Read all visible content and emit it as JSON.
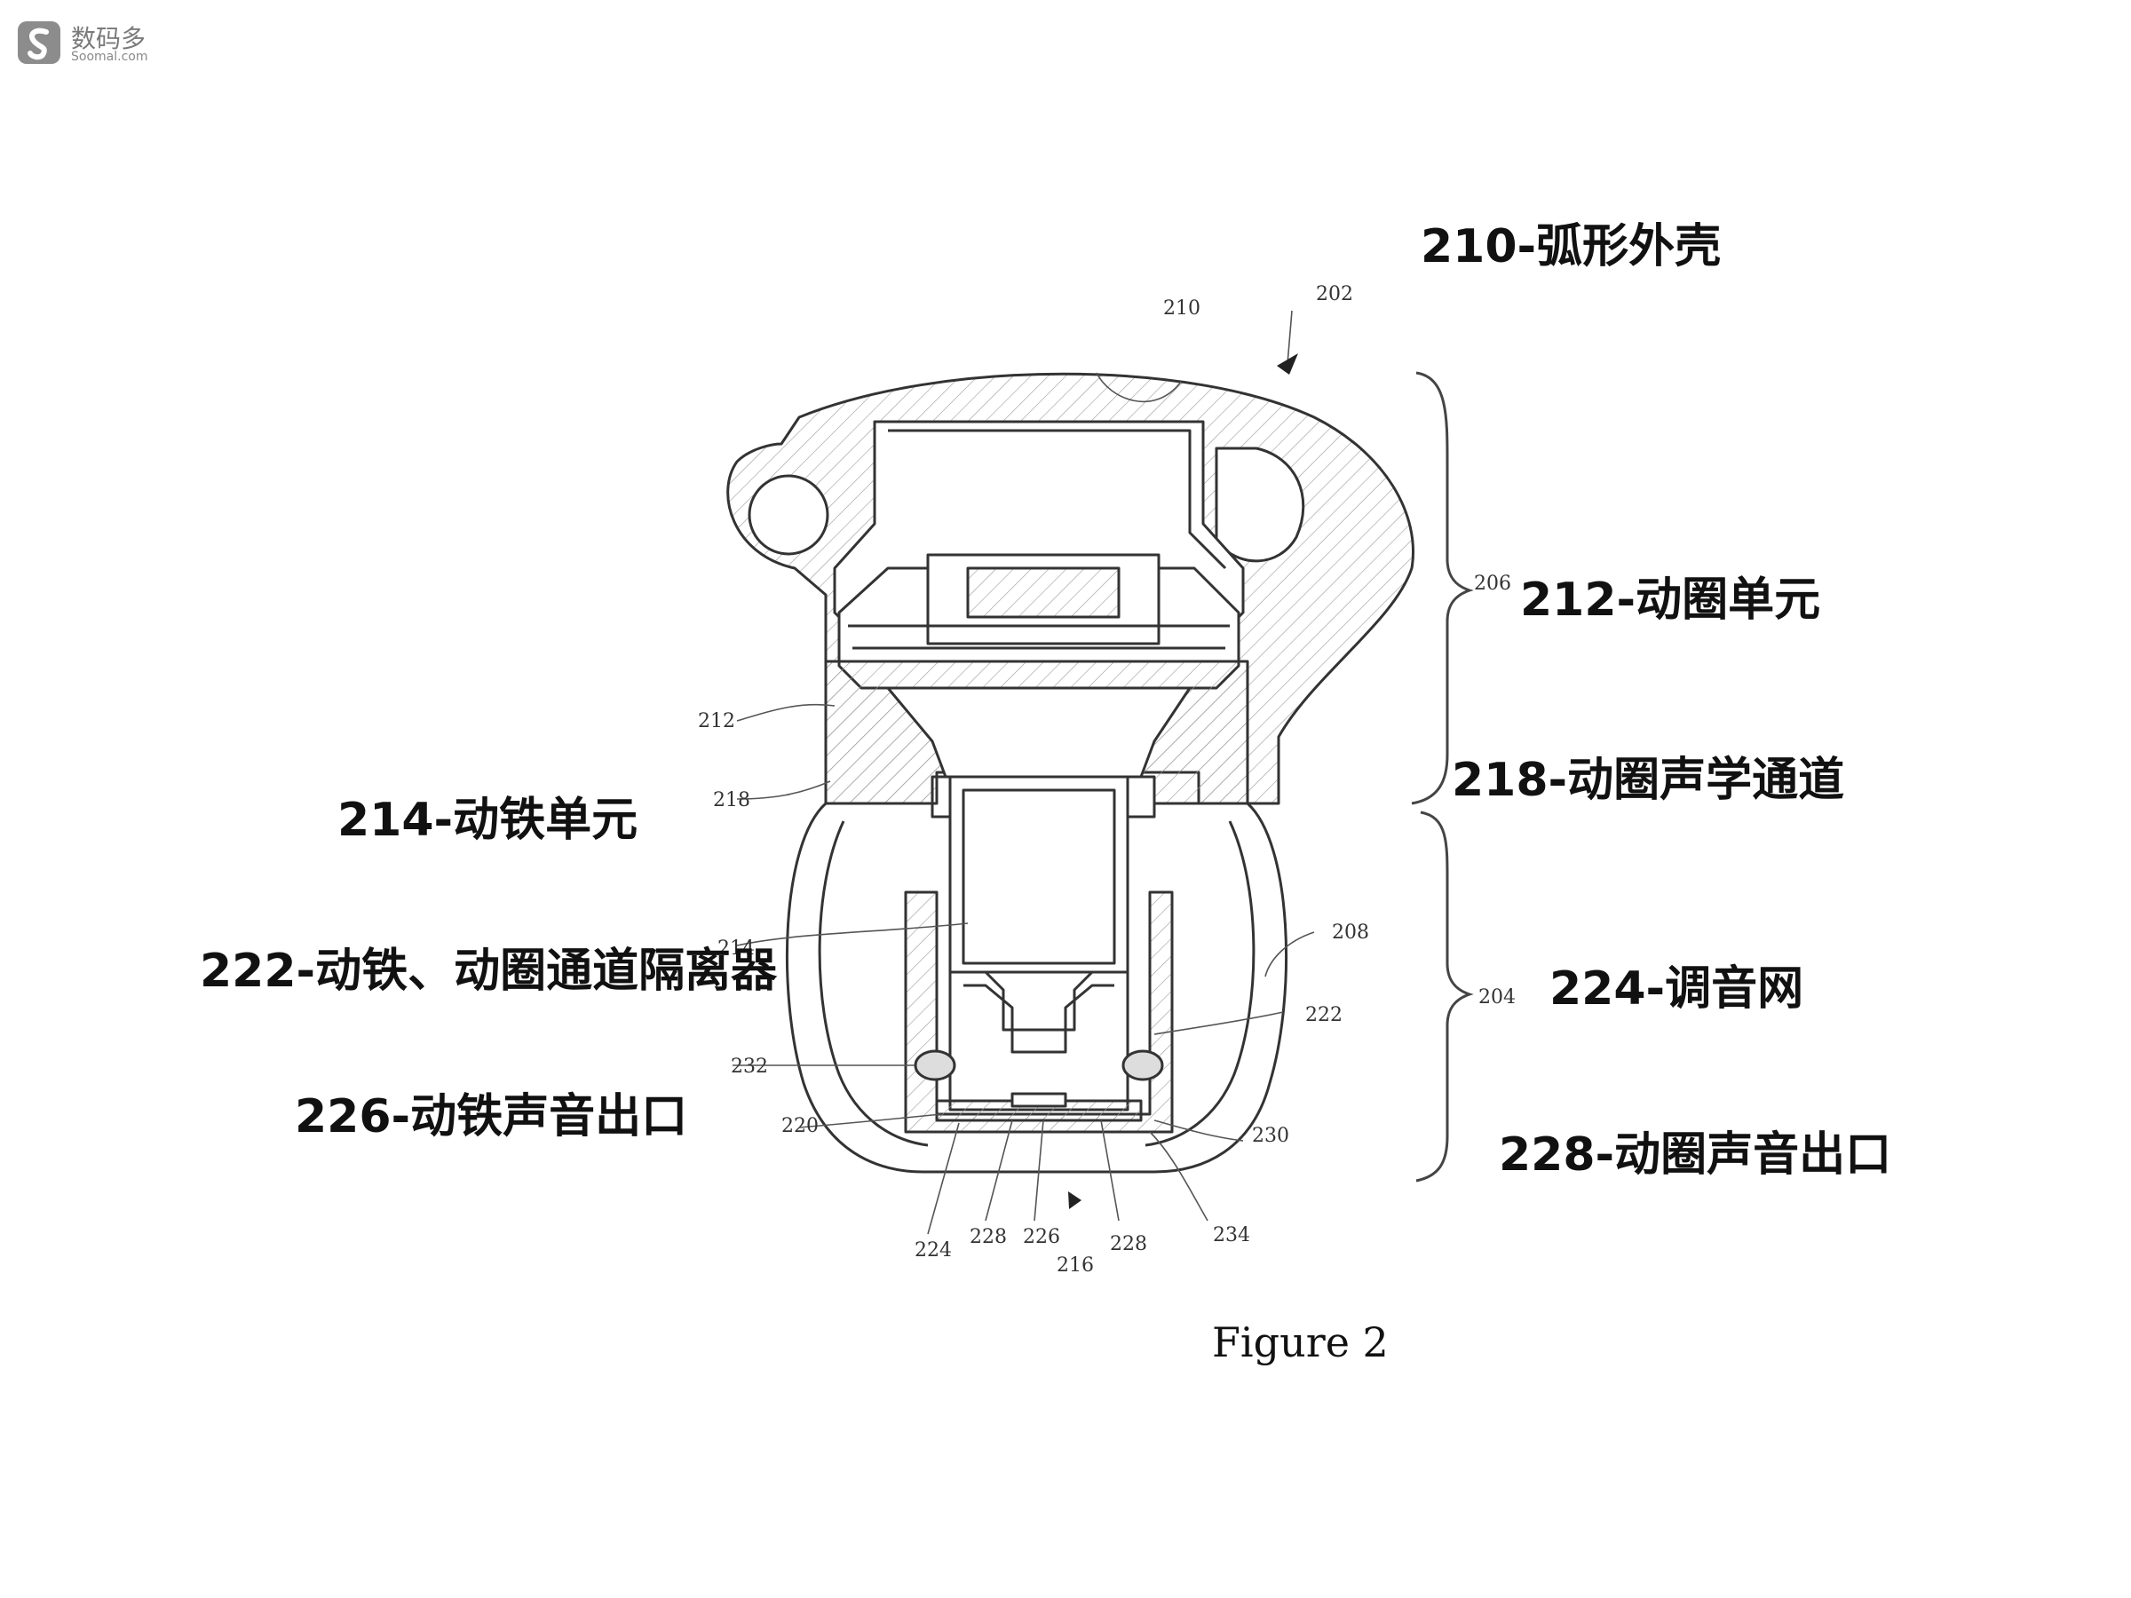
{
  "watermark": {
    "name_zh": "数码多",
    "name_en": "Soomal.com"
  },
  "caption": "Figure 2",
  "callouts": [
    {
      "key": "210",
      "text": "210-弧形外壳"
    },
    {
      "key": "212",
      "text": "212-动圈单元"
    },
    {
      "key": "218",
      "text": "218-动圈声学通道"
    },
    {
      "key": "214",
      "text": "214-动铁单元"
    },
    {
      "key": "222",
      "text": "222-动铁、动圈通道隔离器"
    },
    {
      "key": "224",
      "text": "224-调音网"
    },
    {
      "key": "226",
      "text": "226-动铁声音出口"
    },
    {
      "key": "228",
      "text": "228-动圈声音出口"
    }
  ],
  "reference_numerals": [
    "210",
    "202",
    "206",
    "212",
    "218",
    "214",
    "208",
    "204",
    "222",
    "232",
    "220",
    "230",
    "224",
    "228",
    "226",
    "228",
    "216",
    "234"
  ],
  "colors": {
    "line": "#333333",
    "hatch": "#8a8a8a",
    "text": "#111111",
    "watermark": "#7a7a7a"
  }
}
